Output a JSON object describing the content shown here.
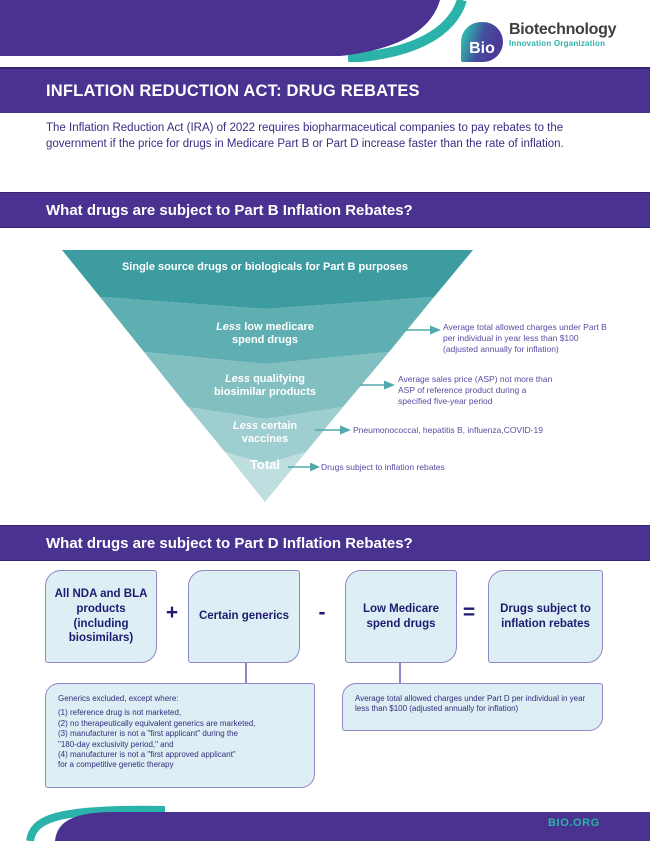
{
  "header": {
    "logo": {
      "mark": "Bio",
      "name": "Biotechnology",
      "tagline": "Innovation Organization"
    },
    "title": "INFLATION REDUCTION ACT: DRUG REBATES"
  },
  "intro": "The Inflation Reduction Act (IRA) of 2022 requires biopharmaceutical companies to pay rebates to the government if the price for drugs in Medicare Part B or Part D increase faster than the rate of inflation.",
  "part_b": {
    "heading": "What drugs are subject to Part B Inflation Rebates?",
    "funnel_layers": [
      {
        "text": "Single source drugs or biologicals for Part B purposes",
        "color": "#3D9CA0"
      },
      {
        "prefix": "Less",
        "text": " low medicare spend drugs",
        "color": "#5FAEB1"
      },
      {
        "prefix": "Less",
        "text": " qualifying biosimilar products",
        "color": "#82BFC1"
      },
      {
        "prefix": "Less",
        "text": " certain vaccines",
        "color": "#9FCED0"
      },
      {
        "text": "Total",
        "color": "#BFDEDF"
      }
    ],
    "annotations": [
      "Average total allowed charges under Part B per individual in year less than $100 (adjusted annually for inflation)",
      "Average sales price (ASP) not more than ASP of reference product during a specified five-year period",
      "Pneumonococcal, hepatitis B, influenza,COVID-19",
      "Drugs subject to inflation rebates"
    ]
  },
  "part_d": {
    "heading": "What drugs are subject to Part D Inflation Rebates?",
    "boxes": [
      "All NDA and BLA products (including biosimilars)",
      "Certain generics",
      "Low Medicare spend drugs",
      "Drugs subject to inflation rebates"
    ],
    "operators": [
      "+",
      "-",
      "="
    ],
    "generics_note": {
      "lines": [
        "Generics excluded, except where:",
        "(1) reference drug is not marketed,",
        "(2) no therapeutically equivalent generics are marketed,",
        "(3) manufacturer is not a \"first applicant\" during the",
        "\"180-day exclusivity period,\" and",
        "(4) manufacturer is not a \"first approved applicant\"",
        "for a competitive genetic therapy"
      ]
    },
    "spend_note": "Average total allowed charges under Part D per individual in year less than $100 (adjusted annually for inflation)"
  },
  "footer": {
    "link": "BIO.ORG"
  }
}
